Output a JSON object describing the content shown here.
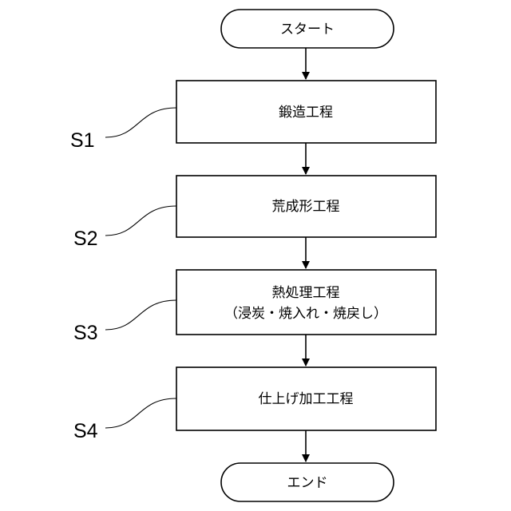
{
  "flowchart": {
    "start_label": "スタート",
    "end_label": "エンド",
    "steps": [
      {
        "id": "S1",
        "lines": [
          "鍛造工程"
        ]
      },
      {
        "id": "S2",
        "lines": [
          "荒成形工程"
        ]
      },
      {
        "id": "S3",
        "lines": [
          "熱処理工程",
          "（浸炭・焼入れ・焼戻し）"
        ]
      },
      {
        "id": "S4",
        "lines": [
          "仕上げ加工工程"
        ]
      }
    ]
  }
}
